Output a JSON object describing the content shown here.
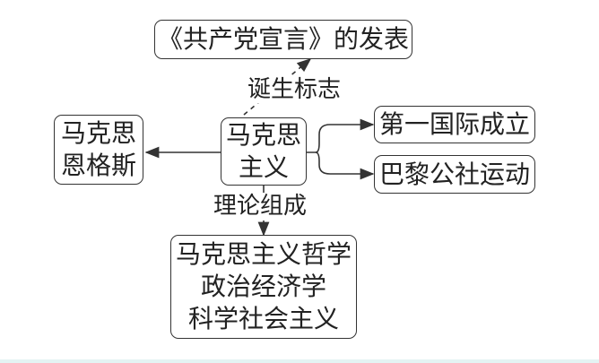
{
  "diagram": {
    "center": {
      "lines": [
        "马克思",
        "主义"
      ]
    },
    "founders": {
      "lines": [
        "马克思",
        "恩格斯"
      ]
    },
    "birth": {
      "label": "诞生标志",
      "target": "《共产党宣言》的发表"
    },
    "events": [
      "第一国际成立",
      "巴黎公社运动"
    ],
    "components": {
      "label": "理论组成",
      "lines": [
        "马克思主义哲学",
        "政治经济学",
        "科学社会主义"
      ]
    }
  }
}
